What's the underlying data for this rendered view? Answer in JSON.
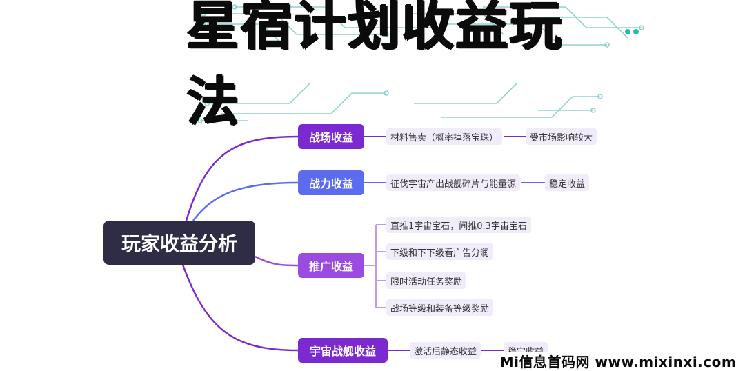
{
  "title": "星宿计划收益玩法",
  "root": {
    "label": "玩家收益分析"
  },
  "branches": [
    {
      "label": "战场收益",
      "color": "#7b2ad1",
      "leaves": [
        {
          "label": "材料售卖（概率掉落宝珠）",
          "sub": "受市场影响较大"
        }
      ]
    },
    {
      "label": "战力收益",
      "color": "#5b6cf0",
      "leaves": [
        {
          "label": "征伐宇宙产出战舰碎片与能量源",
          "sub": "稳定收益"
        }
      ]
    },
    {
      "label": "推广收益",
      "color": "#9b4be0",
      "leaves": [
        {
          "label": "直推1宇宙宝石，间推0.3宇宙宝石"
        },
        {
          "label": "下级和下下级看广告分润"
        },
        {
          "label": "限时活动任务奖励"
        },
        {
          "label": "战场等级和装备等级奖励"
        }
      ]
    },
    {
      "label": "宇宙战舰收益",
      "color": "#7b2ad1",
      "leaves": [
        {
          "label": "激活后静态收益",
          "sub": "稳定收益"
        }
      ]
    }
  ],
  "watermark": "Mi信息首码网 www.mixinxi.com",
  "colors": {
    "root_bg": "#2f2c46",
    "leaf_bg": "#f1ecfa",
    "circuit": "#7cc7c9",
    "line_purple": "#7b2ad1"
  }
}
